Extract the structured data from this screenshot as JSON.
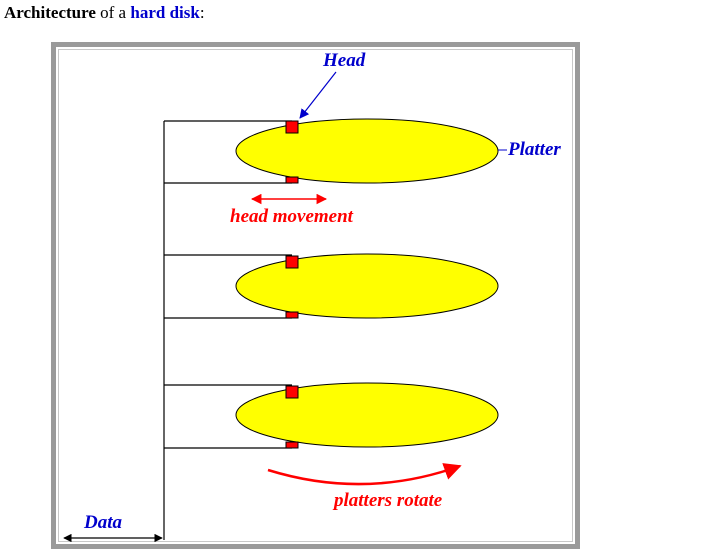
{
  "caption": {
    "part1": "Architecture",
    "part2": " of a ",
    "part3": "hard disk",
    "part4": ":"
  },
  "diagram": {
    "labels": {
      "head": "Head",
      "platter": "Platter",
      "head_movement": "head movement",
      "platters_rotate": "platters rotate",
      "data": "Data"
    },
    "colors": {
      "platter_fill": "#ffff00",
      "head_fill": "#ff0000",
      "label_blue": "#0000cc",
      "label_red": "#ff0000",
      "frame": "#9a9a9a"
    },
    "platter_count": 3
  }
}
